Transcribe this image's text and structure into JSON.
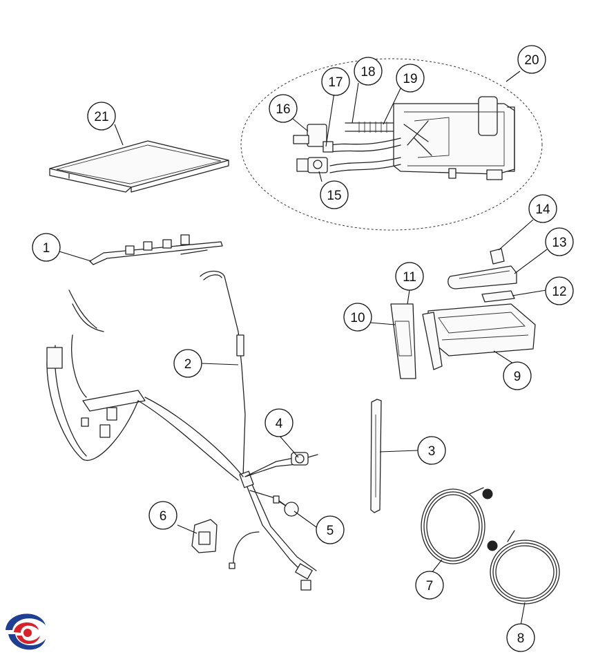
{
  "callouts": [
    {
      "id": "1",
      "label": "1"
    },
    {
      "id": "2",
      "label": "2"
    },
    {
      "id": "3",
      "label": "3"
    },
    {
      "id": "4",
      "label": "4"
    },
    {
      "id": "5",
      "label": "5"
    },
    {
      "id": "6",
      "label": "6"
    },
    {
      "id": "7",
      "label": "7"
    },
    {
      "id": "8",
      "label": "8"
    },
    {
      "id": "9",
      "label": "9"
    },
    {
      "id": "10",
      "label": "10"
    },
    {
      "id": "11",
      "label": "11"
    },
    {
      "id": "12",
      "label": "12"
    },
    {
      "id": "13",
      "label": "13"
    },
    {
      "id": "14",
      "label": "14"
    },
    {
      "id": "15",
      "label": "15"
    },
    {
      "id": "16",
      "label": "16"
    },
    {
      "id": "17",
      "label": "17"
    },
    {
      "id": "18",
      "label": "18"
    },
    {
      "id": "19",
      "label": "19"
    },
    {
      "id": "20",
      "label": "20"
    },
    {
      "id": "21",
      "label": "21"
    }
  ],
  "colors": {
    "line": "#222222",
    "logo_red": "#d8222a",
    "logo_blue": "#1f3f93"
  },
  "logo": {
    "icon": "brand-swirl-logo"
  }
}
